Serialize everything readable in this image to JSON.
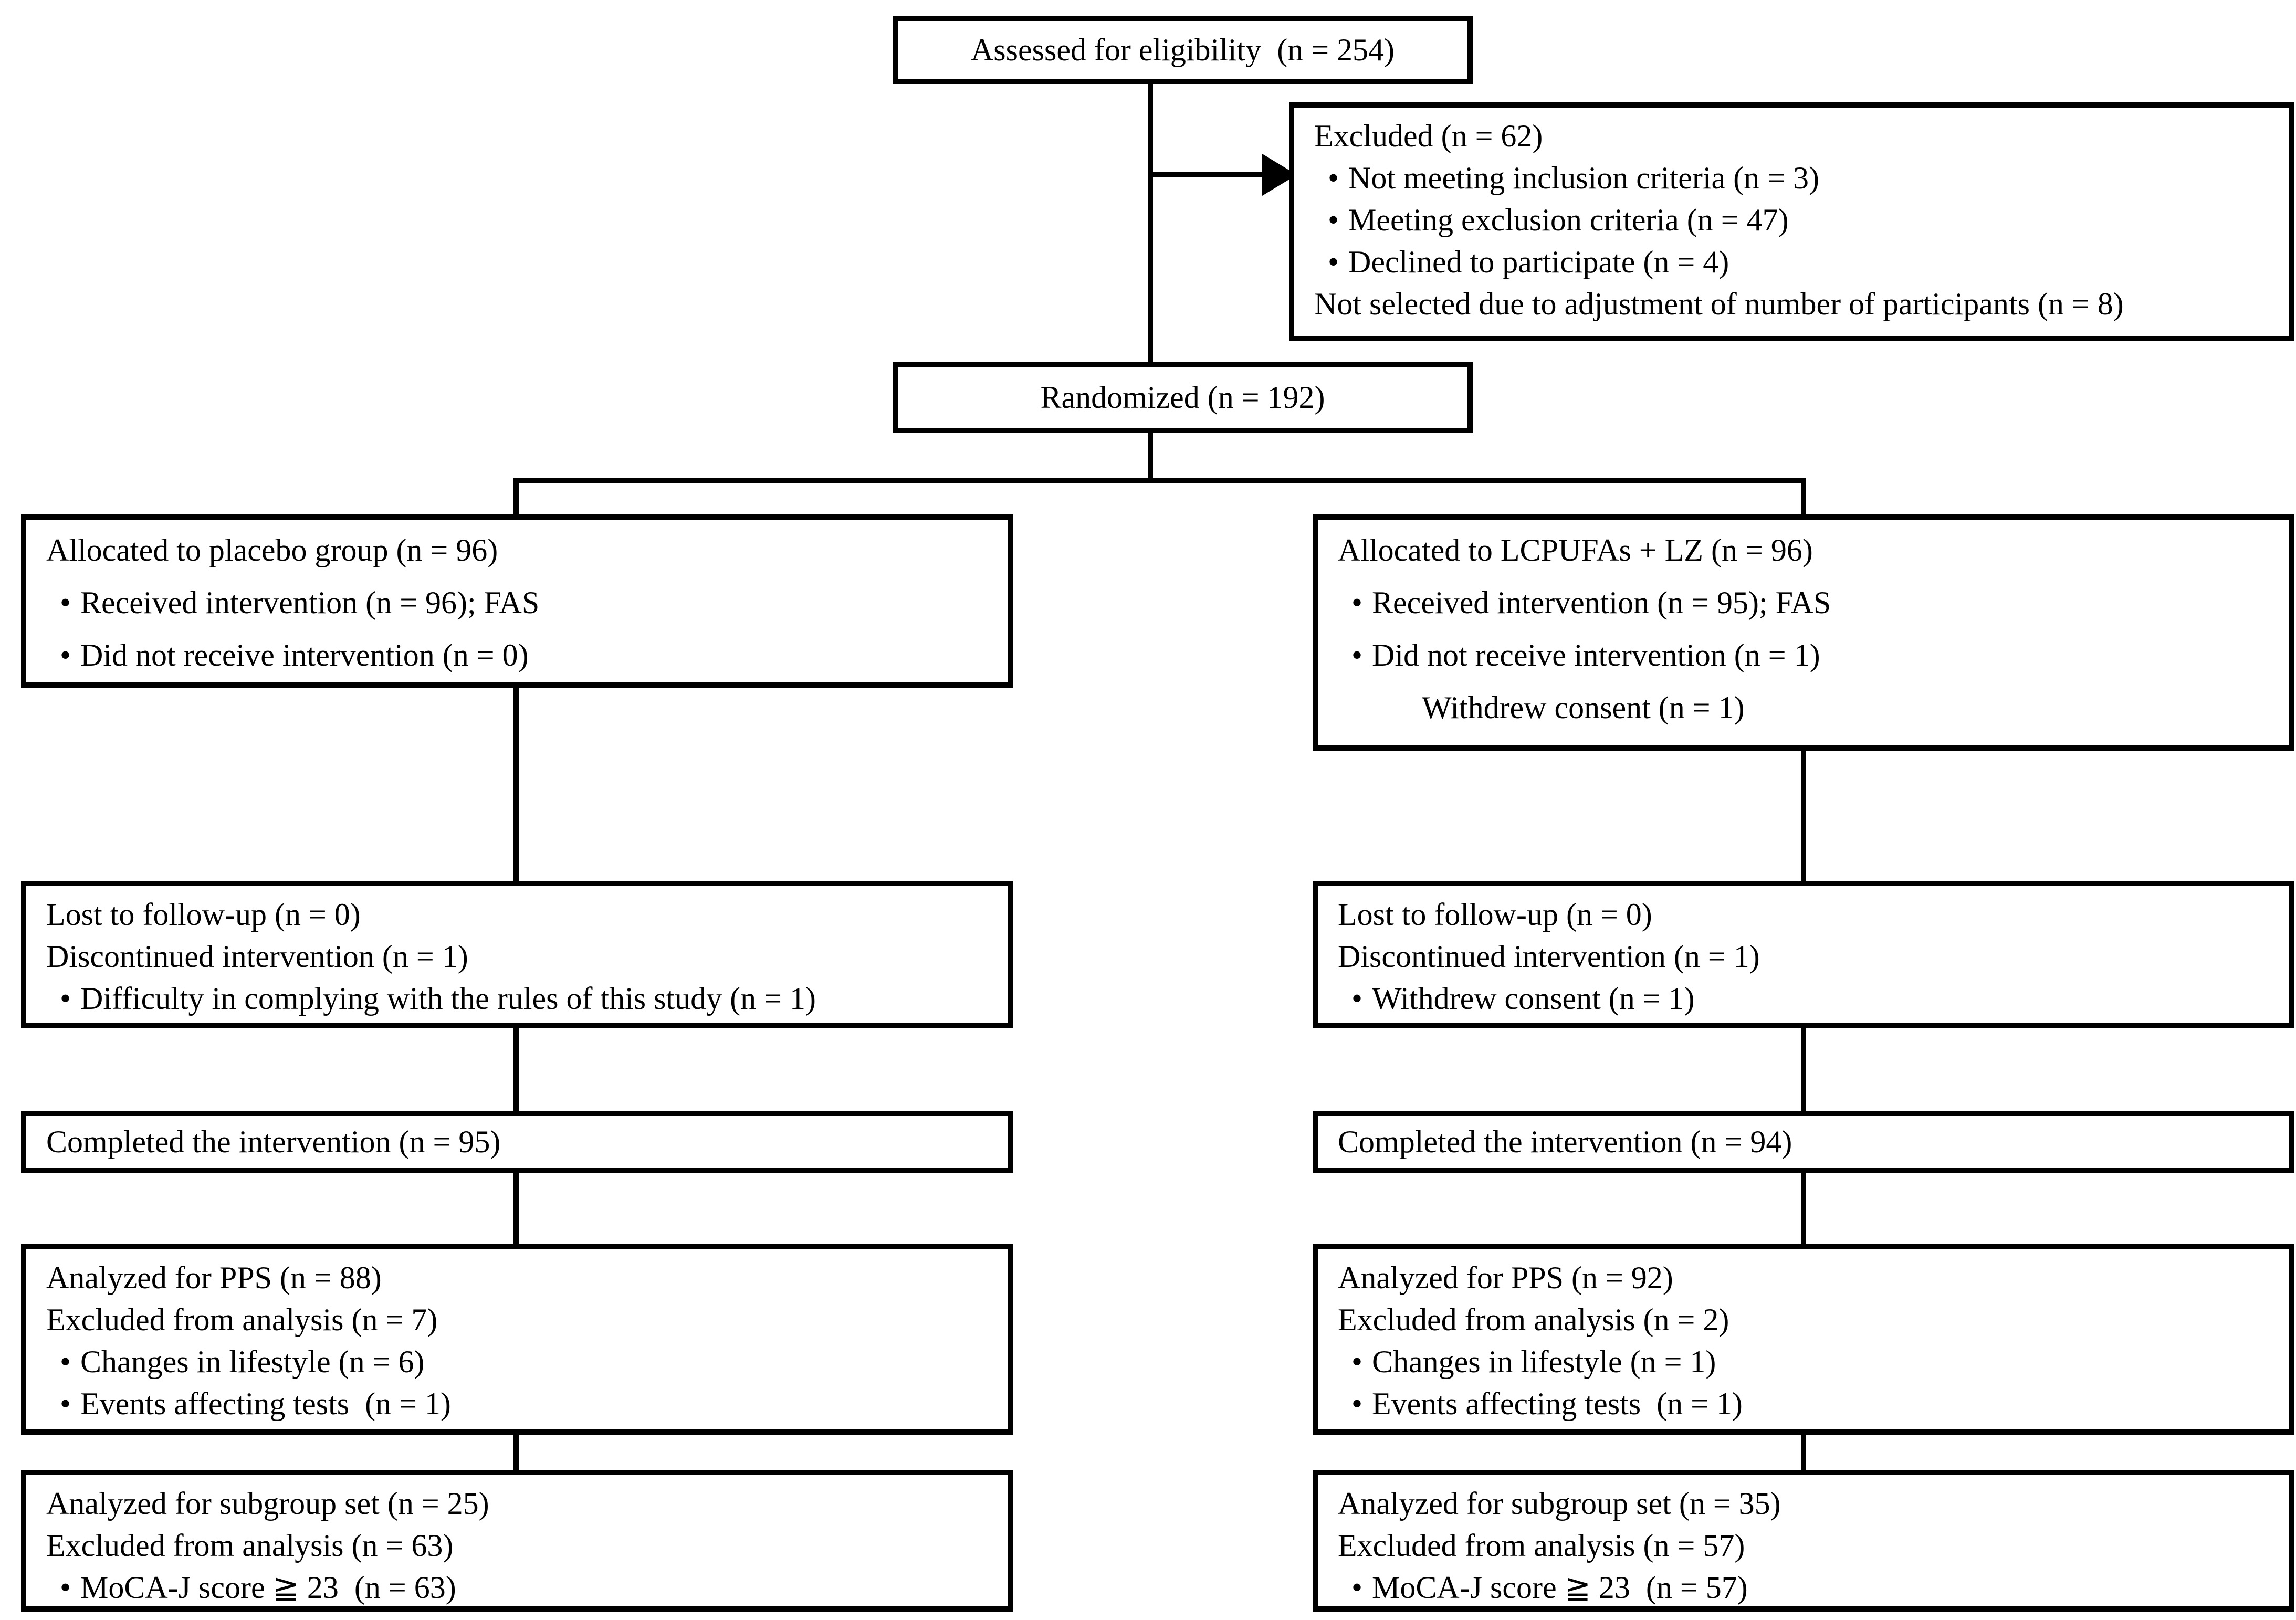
{
  "glyphs": {
    "bullet": "•"
  },
  "boxes": {
    "assessed": {
      "title": "Assessed for eligibility  (n = 254)"
    },
    "excluded": {
      "lines": [
        {
          "text": "Excluded (n = 62)"
        },
        {
          "text": "Not meeting inclusion criteria (n = 3)"
        },
        {
          "text": "Meeting exclusion criteria (n = 47)"
        },
        {
          "text": "Declined to participate (n = 4)"
        },
        {
          "text": "Not selected due to adjustment of number of participants (n = 8)"
        }
      ]
    },
    "randomized": {
      "title": "Randomized (n = 192)"
    },
    "alloc_left": {
      "lines": [
        {
          "text": "Allocated to placebo group (n = 96)"
        },
        {
          "text": "Received intervention (n = 96); FAS"
        },
        {
          "text": "Did not receive intervention (n = 0)"
        }
      ]
    },
    "alloc_right": {
      "lines": [
        {
          "text": "Allocated to LCPUFAs + LZ (n = 96)"
        },
        {
          "text": "Received intervention (n = 95); FAS"
        },
        {
          "text": "Did not receive intervention (n = 1)"
        },
        {
          "text": "Withdrew consent (n = 1)"
        }
      ]
    },
    "followup_left": {
      "lines": [
        {
          "text": "Lost to follow-up (n = 0)"
        },
        {
          "text": "Discontinued intervention (n = 1)"
        },
        {
          "text": "Difficulty in complying with the rules of this study (n = 1)"
        }
      ]
    },
    "followup_right": {
      "lines": [
        {
          "text": "Lost to follow-up (n = 0)"
        },
        {
          "text": "Discontinued intervention (n = 1)"
        },
        {
          "text": "Withdrew consent (n = 1)"
        }
      ]
    },
    "completed_left": {
      "title": "Completed the intervention (n = 95)"
    },
    "completed_right": {
      "title": "Completed the intervention (n = 94)"
    },
    "pps_left": {
      "lines": [
        {
          "text": "Analyzed for PPS (n = 88)"
        },
        {
          "text": "Excluded from analysis (n = 7)"
        },
        {
          "text": "Changes in lifestyle (n = 6)"
        },
        {
          "text": "Events affecting tests  (n = 1)"
        }
      ]
    },
    "pps_right": {
      "lines": [
        {
          "text": "Analyzed for PPS (n = 92)"
        },
        {
          "text": "Excluded from analysis (n = 2)"
        },
        {
          "text": "Changes in lifestyle (n = 1)"
        },
        {
          "text": "Events affecting tests  (n = 1)"
        }
      ]
    },
    "subgroup_left": {
      "lines": [
        {
          "text": "Analyzed for subgroup set (n = 25)"
        },
        {
          "text": "Excluded from analysis (n = 63)"
        },
        {
          "text": "MoCA-J score ≧ 23  (n = 63)"
        }
      ]
    },
    "subgroup_right": {
      "lines": [
        {
          "text": "Analyzed for subgroup set (n = 35)"
        },
        {
          "text": "Excluded from analysis (n = 57)"
        },
        {
          "text": "MoCA-J score ≧ 23  (n = 57)"
        }
      ]
    }
  }
}
